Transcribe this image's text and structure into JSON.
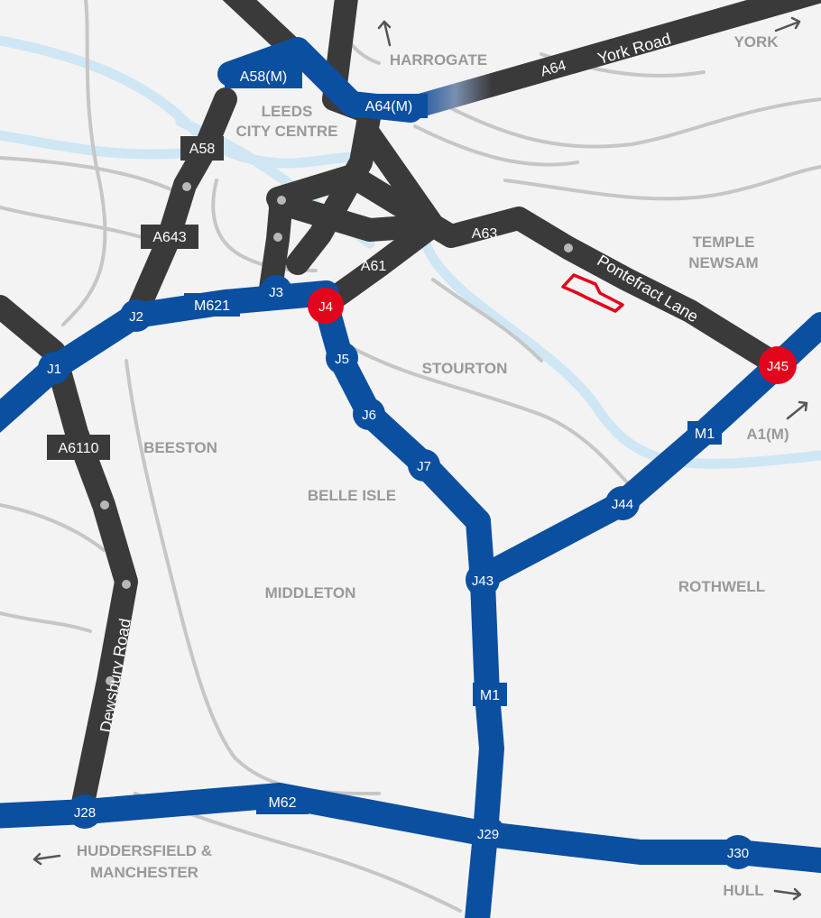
{
  "map": {
    "areas": {
      "leeds_line1": "LEEDS",
      "leeds_line2": "CITY CENTRE",
      "harrogate": "HARROGATE",
      "york": "YORK",
      "temple_line1": "TEMPLE",
      "temple_line2": "NEWSAM",
      "stourton": "STOURTON",
      "beeston": "BEESTON",
      "belle_isle": "BELLE ISLE",
      "middleton": "MIDDLETON",
      "rothwell": "ROTHWELL",
      "huddersfield_line1": "HUDDERSFIELD &",
      "huddersfield_line2": "MANCHESTER",
      "hull": "HULL",
      "a1m": "A1(M)"
    },
    "roads": {
      "a64": "A64",
      "york_road": "York Road",
      "a64m": "A64(M)",
      "a58m": "A58(M)",
      "a58": "A58",
      "a643": "A643",
      "a61": "A61",
      "a63": "A63",
      "pontefract_lane": "Pontefract Lane",
      "m621": "M621",
      "a6110": "A6110",
      "dewsbury_road": "Dewsbury Road",
      "m1_north": "M1",
      "m1_south": "M1",
      "m62": "M62"
    },
    "junctions": {
      "j1": "J1",
      "j2": "J2",
      "j3": "J3",
      "j4": "J4",
      "j5": "J5",
      "j6": "J6",
      "j7": "J7",
      "j43": "J43",
      "j44": "J44",
      "j45": "J45",
      "j28": "J28",
      "j29": "J29",
      "j30": "J30"
    },
    "colors": {
      "background": "#f3f3f3",
      "motorway": "#0b4fa0",
      "a_road": "#3a3a3a",
      "river": "#cfe6f4",
      "minor_road": "#c6c6c6",
      "key_junction": "#e3051b",
      "site_outline": "#e3051b",
      "area_label": "#999999"
    }
  }
}
